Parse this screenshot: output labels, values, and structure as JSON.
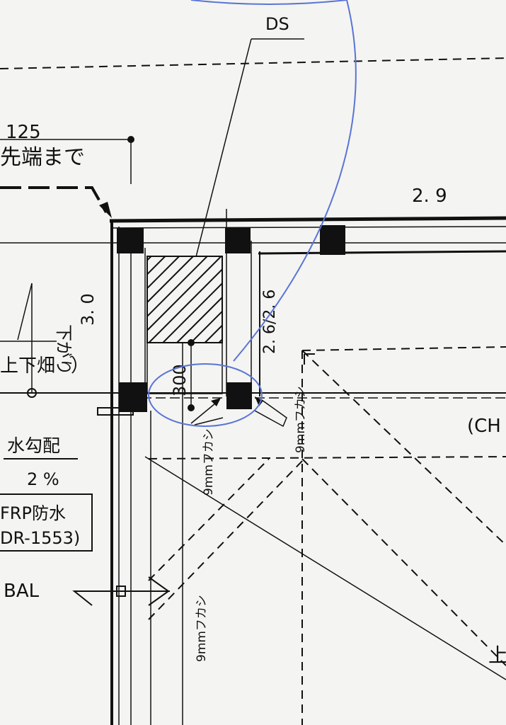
{
  "drawing": {
    "labels": {
      "ds": "DS",
      "dim_125": "125",
      "to_tip": "先端まで",
      "dim_2_9": "2. 9",
      "sagari": "下がり",
      "dim_3_0": "3. 0",
      "upper_lower": "上下畑",
      "paren_close": "）",
      "water_slope": "水勾配",
      "slope_pct": "2 %",
      "frp_line1": "FRP防水",
      "frp_line2": "DR-1553)",
      "bal": "BAL",
      "dim_300": "300",
      "dim_2_6": "2. 6/2. 6",
      "fukashi_1": "9mmフカシ",
      "fukashi_2": "9mmフカシ",
      "fukashi_3": "9mmフカシ",
      "ch": "(CH",
      "up": "上"
    },
    "colors": {
      "ink": "#111111",
      "paper": "#f4f4f2",
      "pen": "#5a74d6"
    }
  }
}
